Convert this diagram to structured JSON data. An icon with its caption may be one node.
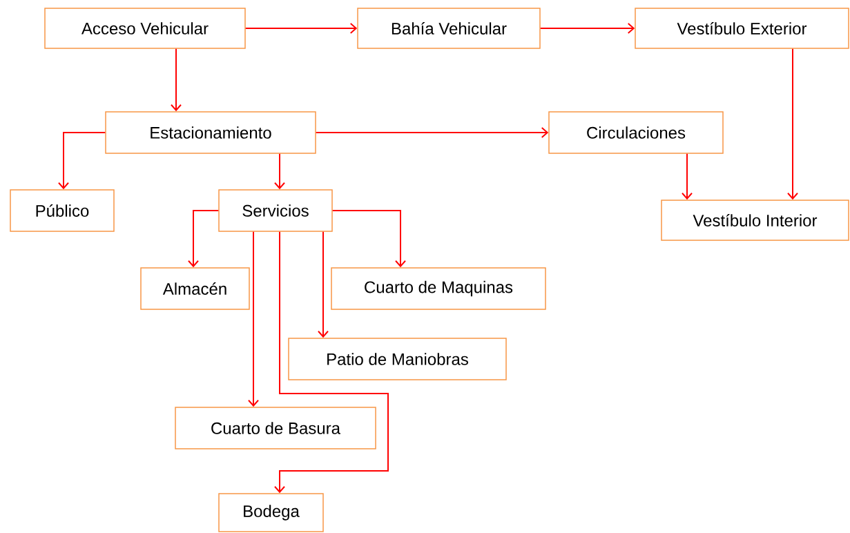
{
  "diagram": {
    "nodes": [
      {
        "text": [
          "Acceso Vehicular"
        ]
      },
      {
        "text": [
          "Bahía Vehicular"
        ]
      },
      {
        "text": [
          "Vestíbulo Exterior"
        ]
      },
      {
        "text": [
          "Estacionamiento"
        ]
      },
      {
        "text": [
          "Circulaciones"
        ]
      },
      {
        "text": [
          "Público"
        ]
      },
      {
        "text": [
          "Servicios"
        ]
      },
      {
        "text": [
          "Vestíbulo Interior"
        ]
      },
      {
        "text": [
          "Almacén"
        ]
      },
      {
        "text": [
          "Cuarto de Maquinas"
        ]
      },
      {
        "text": [
          "Patio de Maniobras"
        ]
      },
      {
        "text": [
          "Cuarto de Basura"
        ]
      },
      {
        "text": [
          "Bodega"
        ]
      }
    ],
    "edges": [
      {
        "from": 0,
        "to": 1,
        "arrow": "to"
      },
      {
        "from": 1,
        "to": 2,
        "arrow": "to"
      },
      {
        "from": 0,
        "to": 3,
        "arrow": "to"
      },
      {
        "from": 3,
        "to": 4,
        "arrow": "to"
      },
      {
        "from": 3,
        "to": 5,
        "arrow": "to"
      },
      {
        "from": 3,
        "to": 6,
        "arrow": "to"
      },
      {
        "from": 4,
        "to": 7,
        "arrow": "to"
      },
      {
        "from": 2,
        "to": 7,
        "arrow": "to"
      },
      {
        "from": 6,
        "to": 8,
        "arrow": "to"
      },
      {
        "from": 6,
        "to": 9,
        "arrow": "to"
      },
      {
        "from": 6,
        "to": 10,
        "arrow": "to"
      },
      {
        "from": 6,
        "to": 11,
        "arrow": "to"
      },
      {
        "from": 6,
        "to": 12,
        "arrow": "to"
      }
    ]
  }
}
